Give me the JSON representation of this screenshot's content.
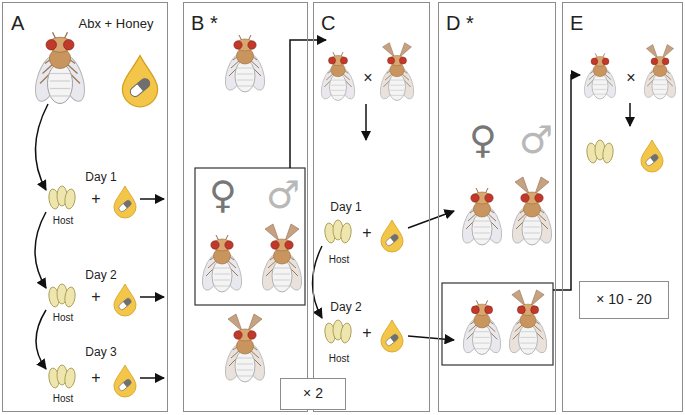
{
  "diagram": {
    "nodes": [
      {
        "text": [
          "A",
          "Abx + Honey",
          "Day 1",
          "Host",
          "+",
          "Day 2",
          "Host",
          "+",
          "Day 3",
          "Host",
          "+"
        ]
      },
      {
        "text": [
          "B *",
          "♀",
          "♂"
        ]
      },
      {
        "text": [
          "C",
          "×",
          "Day 1",
          "Host",
          "+",
          "Day 2",
          "Host",
          "+"
        ]
      },
      {
        "text": [
          "D *",
          "♀",
          "♂"
        ]
      },
      {
        "text": [
          "E",
          "×"
        ]
      },
      {
        "text": [
          "× 10 - 20"
        ],
        "in": 4
      },
      {
        "text": [
          "× 2"
        ]
      }
    ]
  }
}
